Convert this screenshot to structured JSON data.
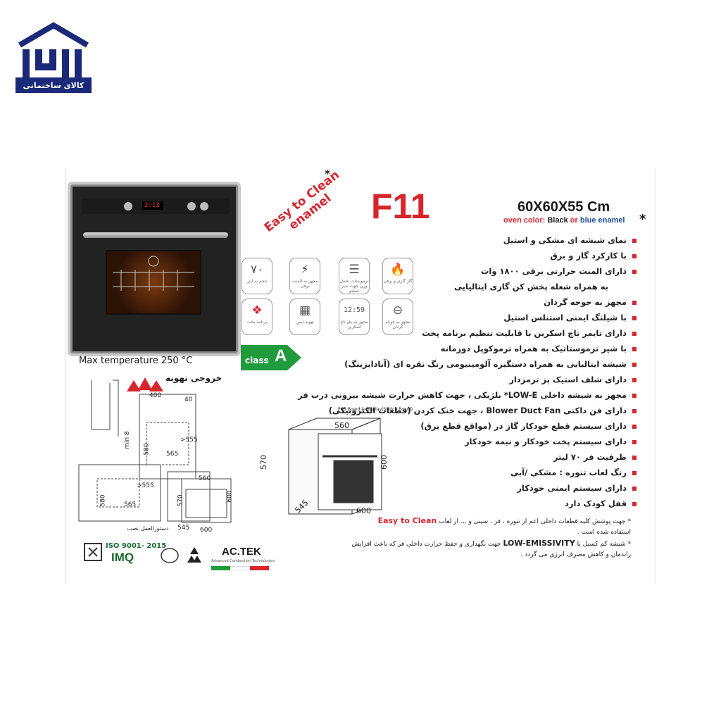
{
  "brand": {
    "logo_text": "کالای ساختمانی",
    "logo_color": "#1a2a78"
  },
  "product": {
    "model": "F11",
    "dimensions": "60X60X55 Cm",
    "color_label": "oven color:",
    "color_black": "Black",
    "color_or": "or",
    "color_blue": "blue enamel",
    "max_temperature": "Max temperature 250 °C",
    "easy_clean_line1": "Easy to Clean",
    "easy_clean_line2": "enamel",
    "energy_class_label": "class",
    "energy_class_value": "A",
    "oven_display": "2:13"
  },
  "icons": [
    {
      "name": "capacity-70-icon",
      "glyph": "۷۰",
      "caption": "حجم به لیتر"
    },
    {
      "name": "electric-element-icon",
      "glyph": "⚡",
      "caption": "مجهز به المنت برقی"
    },
    {
      "name": "thermostat-icon",
      "glyph": "☰",
      "caption": "ترموستات تحمل وزن جهت سیر تنظیم"
    },
    {
      "name": "gas-electric-icon",
      "glyph": "🔥",
      "caption": "گاز گازی و برقی"
    },
    {
      "name": "programs-icon",
      "glyph": "❖",
      "caption": "برنامه پخت"
    },
    {
      "name": "safety-icon",
      "glyph": "▦",
      "caption": "تهویه ایمن"
    },
    {
      "name": "timer-icon",
      "glyph": "12:59",
      "caption": "مجهز به پنل تاچ اسکرین"
    },
    {
      "name": "rotisserie-icon",
      "glyph": "⊖",
      "caption": "مجهز به جوجه گردان"
    }
  ],
  "features": [
    "نمای شیشه ای مشکی و استیل",
    "با کارکرد گاز و برق",
    "دارای المنت حرارتی برقی ۱۸۰۰ وات",
    "به همراه شعله پخش کن گازی ایتالیایی",
    "مجهز به جوجه گردان",
    "با شیلنگ ایمنی استنلس استیل",
    "دارای تایمر تاچ اسکرین  با قابلیت تنظیم برنامه پخت",
    "با شیر ترموستاتیک به همراه ترموکوپل دوزمانه",
    "شیشه ایتالیایی به همراه دستگیره آلومینیومی رنگ نقره ای (آنادایزینگ)",
    "دارای شلف استیک پز ترمزدار",
    "مجهز به شیشه داخلی  LOW-E*  بلژیکی ، جهت کاهش حرارت شیشه بیرونی درب فر",
    "دارای فن داکتی  Blower Duct Fan  ، جهت خنک کردن (قطعات الکترونیکی)",
    "دارای سیستم قطع خودکار گاز در (مواقع قطع برق)",
    "دارای سیستم پخت خودکار و نیمه خودکار",
    "ظرفیت فر ۷۰ لیتر",
    "رنگ لعاب تنوره :  مشکی /آبی",
    "دارای سیستم ایمنی خودکار",
    "قفل کودک دارد"
  ],
  "notes": {
    "note1_prefix": "جهت پوشش کلیه قطعات داخلی اعم از تنوره ، فر ، سینی و ... از لعاب",
    "note1_em": "Easy to Clean",
    "note1_suffix": "استفاده شده است .",
    "note2_prefix": "شیشه کم کسیل یا",
    "note2_em": "LOW-EMISSIVITY",
    "note2_suffix": "جهت نگهداری و حفظ حرارت داخلی فر که باعث افزایش راندمان و کاهش  مصرف انرژی می گردد ."
  },
  "diagram": {
    "vent_label": "خروجی تهویه",
    "install_label": "دستورالعمل نصب",
    "pcb_label": "PCB Board & Display(Switch Board)",
    "dims_small": [
      "400",
      "40",
      "min 8",
      "580",
      ">555",
      "565",
      ">555",
      "580",
      "565",
      "560",
      "570",
      "600",
      "545",
      "600"
    ],
    "dims_large": {
      "top": "560",
      "left": "570",
      "right": "600",
      "depth": "545",
      "bottom": "600"
    }
  },
  "certifications": {
    "iso": "ISO 9001- 2015",
    "imq": "IMQ",
    "brand": "AC.TEK",
    "brand_sub": "Advanced Combustion Technologies"
  },
  "colors": {
    "accent_red": "#d8262e",
    "energy_green": "#1f9a3c",
    "blue": "#1a4fa0"
  }
}
